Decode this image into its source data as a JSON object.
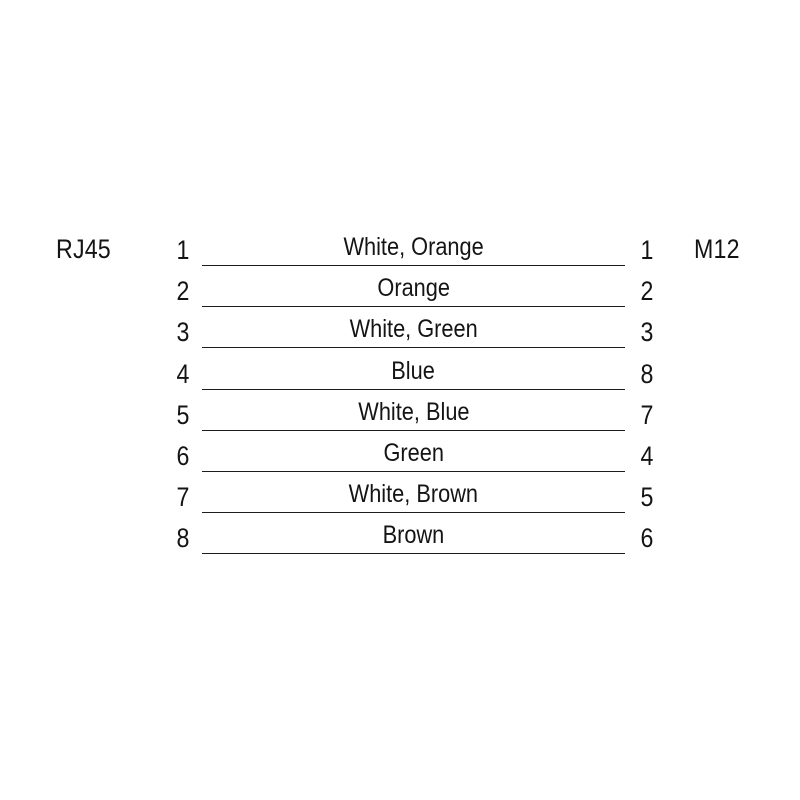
{
  "diagram": {
    "type": "pinout-wiring-diagram",
    "left_connector": "RJ45",
    "right_connector": "M12",
    "rows": [
      {
        "left_pin": "1",
        "wire": "White, Orange",
        "right_pin": "1"
      },
      {
        "left_pin": "2",
        "wire": "Orange",
        "right_pin": "2"
      },
      {
        "left_pin": "3",
        "wire": "White, Green",
        "right_pin": "3"
      },
      {
        "left_pin": "4",
        "wire": "Blue",
        "right_pin": "8"
      },
      {
        "left_pin": "5",
        "wire": "White, Blue",
        "right_pin": "7"
      },
      {
        "left_pin": "6",
        "wire": "Green",
        "right_pin": "4"
      },
      {
        "left_pin": "7",
        "wire": "White, Brown",
        "right_pin": "5"
      },
      {
        "left_pin": "8",
        "wire": "Brown",
        "right_pin": "6"
      }
    ],
    "colors": {
      "background": "#ffffff",
      "ink": "#141414",
      "line": "#1c1c1c"
    }
  }
}
